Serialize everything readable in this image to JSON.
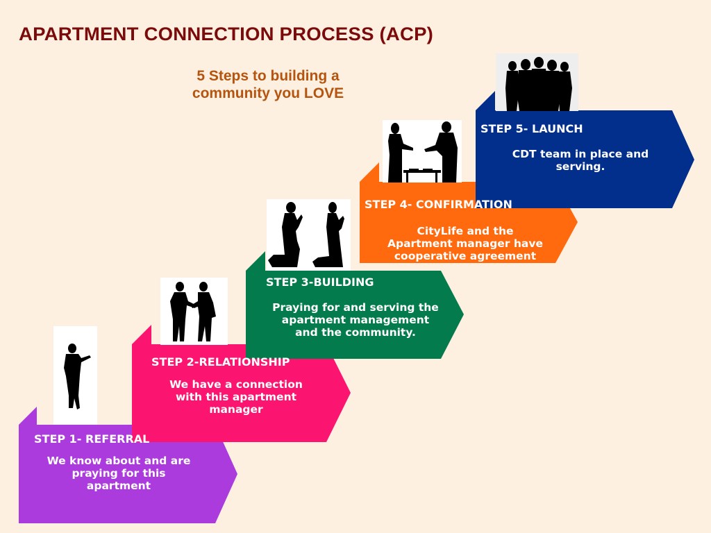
{
  "title": "APARTMENT CONNECTION PROCESS  (ACP)",
  "subtitle_line1": "5 Steps to building a",
  "subtitle_line2": "community you LOVE",
  "colors": {
    "background": "#fdf0e0",
    "title": "#7b0a0a",
    "subtitle": "#b5540e"
  },
  "steps": [
    {
      "title": "STEP 1- REFERRAL",
      "desc": [
        "We know about and are",
        "praying for this",
        "apartment"
      ],
      "color": "#ab3bdc",
      "icon": "pointing-person-icon"
    },
    {
      "title": "STEP 2-RELATIONSHIP",
      "desc": [
        "We have a connection",
        "with this apartment",
        "manager"
      ],
      "color": "#fb1571",
      "icon": "handshake-icon"
    },
    {
      "title": "STEP 3-BUILDING",
      "desc": [
        "Praying for and serving the",
        "apartment management",
        "and the community."
      ],
      "color": "#047b4c",
      "icon": "kneeling-prayer-icon"
    },
    {
      "title": "STEP 4- CONFIRMATION",
      "desc": [
        "CityLife and the",
        "Apartment manager have",
        "cooperative agreement"
      ],
      "color": "#ff6a0e",
      "icon": "business-handshake-icon"
    },
    {
      "title": "STEP 5- LAUNCH",
      "desc": [
        "CDT team in place and",
        "serving."
      ],
      "color": "#022e8c",
      "icon": "group-silhouette-icon"
    }
  ]
}
